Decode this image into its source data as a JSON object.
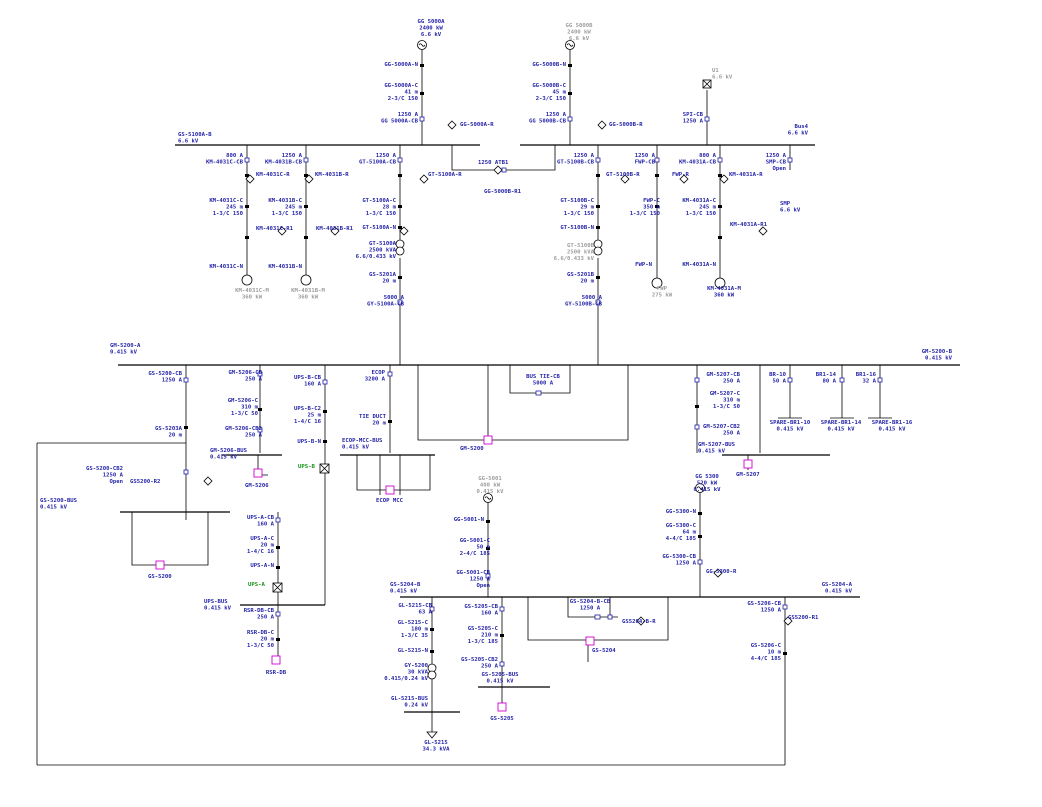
{
  "labels": {
    "gg5000a": [
      "GG 5000A",
      "2400 kW",
      "6.6 kV"
    ],
    "gg5000b": [
      "GG 5000B",
      "2400 kW",
      "6.6 kV"
    ],
    "gg5000a_n": [
      "GG-5000A-N"
    ],
    "gg5000b_n": [
      "GG-5000B-N"
    ],
    "gg5000a_c": [
      "GG-5000A-C",
      "41 m",
      "2-3/C 150"
    ],
    "gg5000b_c": [
      "GG-5000B-C",
      "45 m",
      "2-3/C 150"
    ],
    "gg5000a_cb": [
      "1250 A",
      "GG 5000A-CB"
    ],
    "gg5000b_cb": [
      "1250 A",
      "GG 5000B-CB"
    ],
    "gg5000a_r": [
      "GG-5000A-R"
    ],
    "gg5000b_r": [
      "GG-5000B-R"
    ],
    "u1": [
      "U1",
      "6.6 kV"
    ],
    "spi_cb": [
      "SPI-CB",
      "1250 A"
    ],
    "bus4": [
      "Bus4",
      "6.6 kV"
    ],
    "gs5100a_b": [
      "GS-5100A-B",
      "6.6 kV"
    ],
    "km4031c_cb": [
      "800 A",
      "KM-4031C-CB"
    ],
    "km4031b_cb": [
      "1250 A",
      "KM-4031B-CB"
    ],
    "gt5100a_cb": [
      "1250 A",
      "GT-5100A-CB"
    ],
    "km4031c_r": [
      "KM-4031C-R"
    ],
    "km4031b_r": [
      "KM-4031B-R"
    ],
    "gt5100a_r": [
      "GT-5100A-R"
    ],
    "atb1": [
      "1250 ATB1"
    ],
    "gg5000b_r1": [
      "GG-5000B-R1"
    ],
    "gt5100b_cb": [
      "1250 A",
      "GT-5100B-CB"
    ],
    "fwp_cb": [
      "1250 A",
      "FWP-CB"
    ],
    "km4031a_cb": [
      "800 A",
      "KM-4031A-CB"
    ],
    "smp_cb": [
      "1250 A",
      "SMP-CB",
      "Open"
    ],
    "gt5100b_r": [
      "GT-5100B-R"
    ],
    "fwp_r": [
      "FWP-R"
    ],
    "km4031a_r": [
      "KM-4031A-R"
    ],
    "smp": [
      "SMP",
      "6.6 kV"
    ],
    "km4031c_c": [
      "KM-4031C-C",
      "245 m",
      "1-3/C 150"
    ],
    "km4031b_c": [
      "KM-4031B-C",
      "245 m",
      "1-3/C 150"
    ],
    "gt5100a_c": [
      "GT-5100A-C",
      "28 m",
      "1-3/C 150"
    ],
    "gt5100a_n": [
      "GT-5100A-N"
    ],
    "gt5100b_c": [
      "GT-5100B-C",
      "29 m",
      "1-3/C 150"
    ],
    "gt5100b_n": [
      "GT-5100B-N"
    ],
    "fwp_c": [
      "FWP-C",
      "350 m",
      "1-3/C 150"
    ],
    "km4031a_c": [
      "KM-4031A-C",
      "245 m",
      "1-3/C 150"
    ],
    "km4031c_r1": [
      "KM-4031C-R1"
    ],
    "km4031b_r1": [
      "KM-4031B-R1"
    ],
    "km4031a_r1": [
      "KM-4031A-R1"
    ],
    "gt5100a": [
      "GT-5100A",
      "2500 kVA",
      "6.6/0.433 kV"
    ],
    "gt5100b": [
      "GT-5100B",
      "2500 kVA",
      "6.6/0.433 kV"
    ],
    "km4031c_n": [
      "KM-4031C-N"
    ],
    "km4031b_n": [
      "KM-4031B-N"
    ],
    "fwp_n": [
      "FWP-N"
    ],
    "km4031a_n": [
      "KM-4031A-N"
    ],
    "km4031c_m": [
      "KM-4031C-M",
      "360 kW"
    ],
    "km4031b_m": [
      "KM-4031B-M",
      "360 kW"
    ],
    "fwp_m": [
      "FWP",
      "275 kW"
    ],
    "km4031a_m": [
      "KM-4031A-M",
      "360 kW"
    ],
    "gs5201a": [
      "GS-5201A",
      "20 m"
    ],
    "gs5201b": [
      "GS-5201B",
      "20 m"
    ],
    "gy5100a_cb": [
      "5000 A",
      "GY-5100A-CB"
    ],
    "gy5100b_cb": [
      "5000 A",
      "GY-5100B-CB"
    ],
    "gm5200a": [
      "GM-5200-A",
      "0.415 kV"
    ],
    "gm5200b": [
      "GM-5200-B",
      "0.415 kV"
    ],
    "gs5200_cb": [
      "GS-5200-CB",
      "1250 A"
    ],
    "gm5206_cb": [
      "GM-5206-CB",
      "250 A"
    ],
    "ups_b_cb": [
      "UPS-B-CB",
      "160 A"
    ],
    "ecop": [
      "ECOP",
      "3200 A"
    ],
    "bus_tie_cb": [
      "BUS TIE-CB",
      "5000 A"
    ],
    "gm5207_cb": [
      "GM-5207-CB",
      "250 A"
    ],
    "br10": [
      "BR-10",
      "50 A"
    ],
    "br14": [
      "BR1-14",
      "80 A"
    ],
    "br16": [
      "BR1-16",
      "32 A"
    ],
    "gm5206_c": [
      "GM-5206-C",
      "310 m",
      "1-3/C 50"
    ],
    "ups_b_c2": [
      "UPS-B-C2",
      "25 m",
      "1-4/C 16"
    ],
    "gm5207_c": [
      "GM-5207-C",
      "310 m",
      "1-3/C 50"
    ],
    "spare10": [
      "SPARE-BR1-10",
      "0.415 kV"
    ],
    "spare14": [
      "SPARE-BR1-14",
      "0.415 kV"
    ],
    "spare16": [
      "SPARE-BR1-16",
      "0.415 kV"
    ],
    "gs5203a": [
      "GS-5203A",
      "20 m"
    ],
    "gm5206_cb2": [
      "GM-5206-CB2",
      "250 A"
    ],
    "tie_duct": [
      "TIE DUCT",
      "20 m"
    ],
    "gm5207_cb2": [
      "GM-5207-CB2",
      "250 A"
    ],
    "ups_b_n": [
      "UPS-B-N"
    ],
    "ecop_mcc_bus": [
      "ECOP-MCC-BUS",
      "0.415 kV"
    ],
    "gm5206_bus": [
      "GM-5206-BUS",
      "0.415 kV"
    ],
    "gm5207_bus": [
      "GM-5207-BUS",
      "0.415 kV"
    ],
    "gm5200": [
      "GM-5200"
    ],
    "gs5200_cb2": [
      "GS-5200-CB2",
      "1250 A",
      "Open"
    ],
    "gs5200_r2": [
      "GS5200-R2"
    ],
    "ups_b": [
      "UPS-B"
    ],
    "gm5206": [
      "GM-5206"
    ],
    "ecop_mcc": [
      "ECOP MCC"
    ],
    "gm5207": [
      "GM-5207"
    ],
    "gs5200_bus": [
      "GS-5200-BUS",
      "0.415 kV"
    ],
    "gg5001": [
      "GG-5001",
      "400 kW",
      "0.415 kV"
    ],
    "gg5300": [
      "GG 5300",
      "520 kW",
      "0.415 kV"
    ],
    "gg5001_n": [
      "GG-5001-N"
    ],
    "gg5300_n": [
      "GG-5300-N"
    ],
    "ups_a_cb": [
      "UPS-A-CB",
      "160 A"
    ],
    "ups_a_c": [
      "UPS-A-C",
      "20 m",
      "1-4/C 16"
    ],
    "ups_a_n": [
      "UPS-A-N"
    ],
    "ups_a": [
      "UPS-A"
    ],
    "gs5200": [
      "GS-5200"
    ],
    "gg5001_c": [
      "GG-5001-C",
      "50 m",
      "2-4/C 185"
    ],
    "gg5001_cb": [
      "GG-5001-CB",
      "1250 A",
      "Open"
    ],
    "gg5300_c": [
      "GG-5300-C",
      "64 m",
      "4-4/C 185"
    ],
    "gg5300_cb": [
      "GG-5300-CB",
      "1250 A"
    ],
    "gg5300_r": [
      "GG-5300-R"
    ],
    "ups_bus": [
      "UPS-BUS",
      "0.415 kV"
    ],
    "gs5204_b": [
      "GS-5204-B",
      "0.415 kV"
    ],
    "gs5204_a": [
      "GS-5204-A",
      "0.415 kV"
    ],
    "gs5204_b_cb": [
      "GS-5204-B-CB",
      "1250 A"
    ],
    "gs5204_b_r": [
      "GS5204-B-R"
    ],
    "rsr_db_cb": [
      "RSR-DB-CB",
      "250 A"
    ],
    "rsr_db_c": [
      "RSR-DB-C",
      "20 m",
      "1-3/C 50"
    ],
    "rsr_db": [
      "RSR-DB"
    ],
    "gl5215_cb": [
      "GL-5215-CB",
      "63 A"
    ],
    "gl5215_c": [
      "GL-5215-C",
      "180 m",
      "1-3/C 35"
    ],
    "gl5215_n": [
      "GL-5215-N"
    ],
    "gy5200": [
      "GY-5200",
      "30 kVA",
      "0.415/0.24 kV"
    ],
    "gl5215_bus": [
      "GL-5215-BUS",
      "0.24 kV"
    ],
    "gl5215": [
      "GL-5215",
      "34.3 kVA"
    ],
    "gs5205_cb": [
      "GS-5205-CB",
      "160 A"
    ],
    "gs5205_c": [
      "GS-5205-C",
      "210 m",
      "1-3/C 185"
    ],
    "gs5205_cb2": [
      "GS-5205-CB2",
      "250 A"
    ],
    "gs5205_bus": [
      "GS-5205-BUS",
      "0.415 kV"
    ],
    "gs5205": [
      "GS-5205"
    ],
    "gs5204": [
      "GS-5204"
    ],
    "gs5206_cb": [
      "GS-5206-CB",
      "1250 A"
    ],
    "gs5200_r1": [
      "GS5200-R1"
    ],
    "gs5206_c": [
      "GS-5206-C",
      "10 m",
      "4-4/C 185"
    ]
  },
  "colors": {
    "label": "#1f1fa6",
    "dim": "#9c9c9c",
    "green": "#169016",
    "load": "#d000d0",
    "line": "#000000"
  }
}
